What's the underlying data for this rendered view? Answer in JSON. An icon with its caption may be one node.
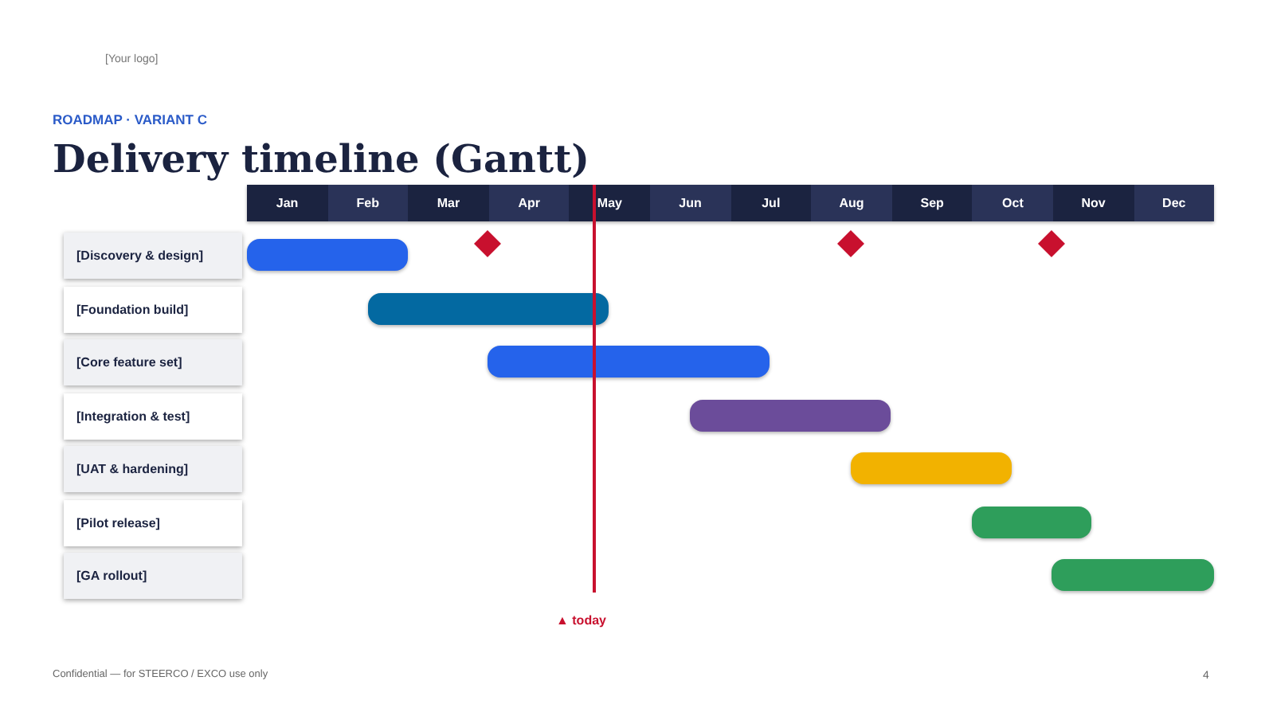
{
  "diagram": {
    "title": "Delivery timeline (Gantt)",
    "nodes": [
      {
        "text": [
          "[Discovery & design]"
        ]
      },
      {
        "text": [
          "[Foundation build]"
        ]
      },
      {
        "text": [
          "[Core feature set]"
        ]
      },
      {
        "text": [
          "[Integration & test]"
        ]
      },
      {
        "text": [
          "[UAT & hardening]"
        ]
      },
      {
        "text": [
          "[Pilot release]"
        ]
      },
      {
        "text": [
          "[GA rollout]"
        ]
      },
      {
        "text": [],
        "shape": "bar"
      },
      {
        "text": [],
        "shape": "bar"
      },
      {
        "text": [],
        "shape": "bar"
      },
      {
        "text": [],
        "shape": "bar"
      },
      {
        "text": [],
        "shape": "bar"
      },
      {
        "text": [],
        "shape": "bar"
      },
      {
        "text": [],
        "shape": "bar"
      },
      {
        "text": [],
        "shape": "diamond"
      },
      {
        "text": [],
        "shape": "diamond"
      },
      {
        "text": [],
        "shape": "diamond"
      }
    ],
    "labels": [
      "[Your logo]",
      "ROADMAP · VARIANT C",
      "Jan",
      "Feb",
      "Mar",
      "Apr",
      "May",
      "Jun",
      "Jul",
      "Aug",
      "Sep",
      "Oct",
      "Nov",
      "Dec",
      "▲ today",
      "Confidential — for STEERCO / EXCO use only",
      "4"
    ]
  }
}
